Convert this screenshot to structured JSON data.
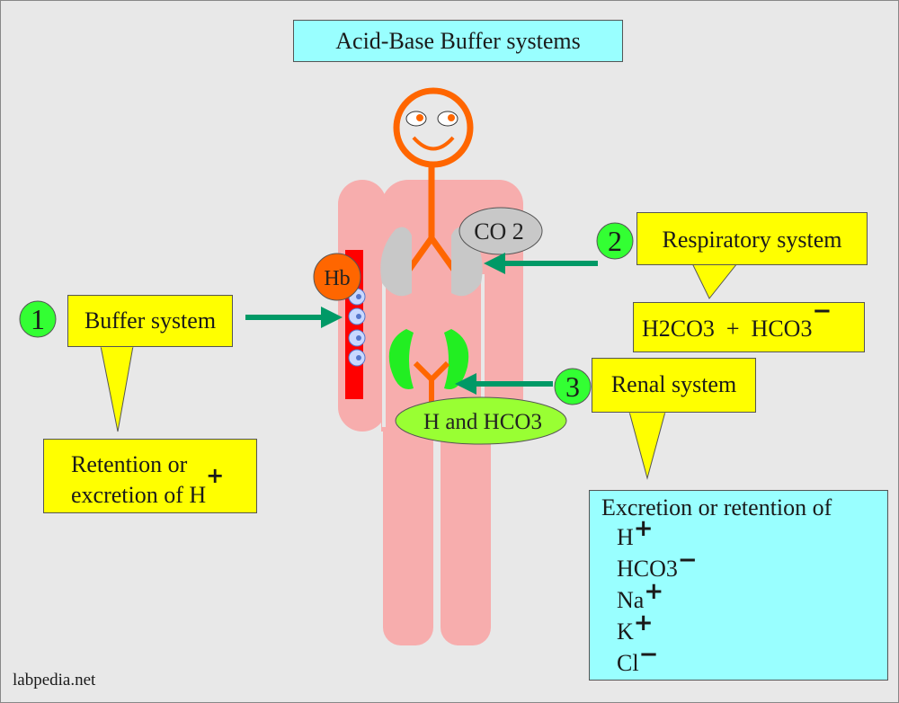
{
  "title": "Acid-Base Buffer systems",
  "credit": "labpedia.net",
  "colors": {
    "background": "#e8e8e8",
    "yellow_box": "#ffff00",
    "cyan_box": "#99ffff",
    "body": "#f7adad",
    "head_outline": "#ff6600",
    "arrow": "#009966",
    "number_circle": "#33ff33",
    "kidney": "#22ee22",
    "lung": "#c8c8c8",
    "vessel": "#ff0000",
    "hb_circle": "#ff6600",
    "hco3_ellipse": "#99ff33"
  },
  "organs": {
    "hb": "Hb",
    "co2": "CO 2",
    "kidney_label": "H and HCO3"
  },
  "systems": [
    {
      "number": "1",
      "label": "Buffer system",
      "effect_line1": "Retention or",
      "effect_line2": "excretion of H",
      "effect_sup": "+"
    },
    {
      "number": "2",
      "label": "Respiratory system",
      "formula": "H2CO3  +  HCO3",
      "formula_sup": "−"
    },
    {
      "number": "3",
      "label": "Renal system",
      "effect_heading": "Excretion or retention of",
      "ions": [
        {
          "name": "H",
          "charge": "+"
        },
        {
          "name": "HCO3",
          "charge": "−"
        },
        {
          "name": "Na",
          "charge": "+"
        },
        {
          "name": "K",
          "charge": "+"
        },
        {
          "name": "Cl",
          "charge": "−"
        }
      ]
    }
  ]
}
